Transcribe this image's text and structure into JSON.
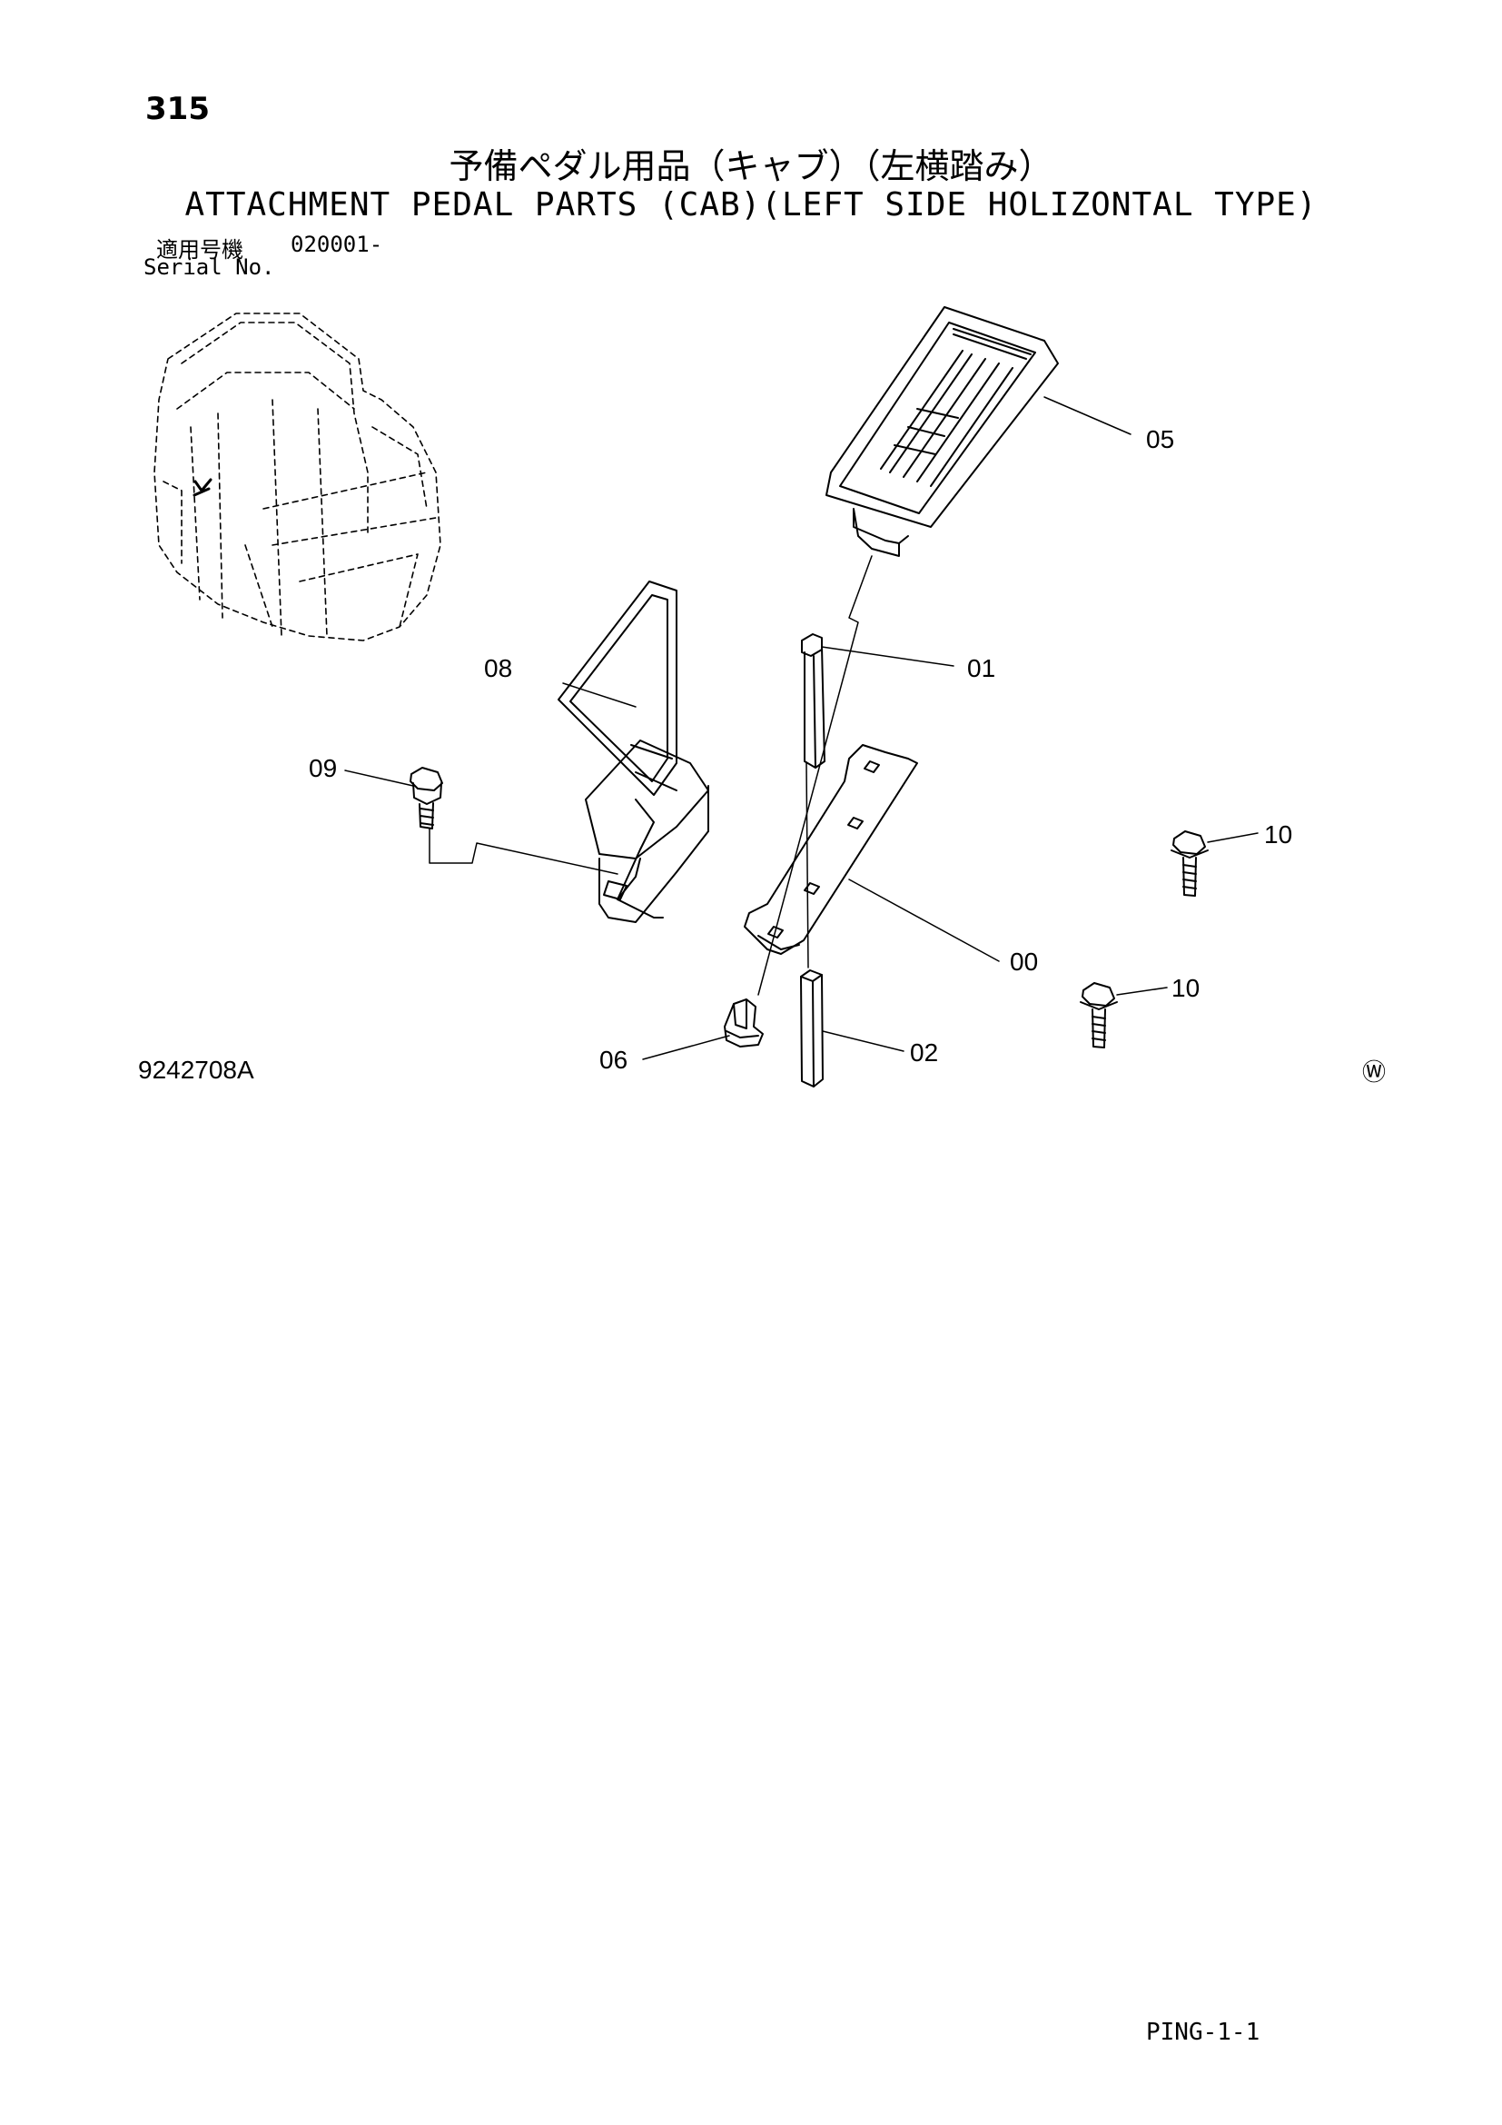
{
  "header": {
    "page_number": "315",
    "title_jp": "予備ペダル用品（キャブ）（左横踏み）",
    "title_en": "ATTACHMENT PEDAL PARTS (CAB)(LEFT SIDE HOLIZONTAL TYPE)",
    "serial_label_jp": "適用号機",
    "serial_value": "020001-",
    "serial_label_en": "Serial No."
  },
  "callouts": {
    "c05": "05",
    "c08": "08",
    "c01": "01",
    "c09": "09",
    "c10a": "10",
    "c00": "00",
    "c10b": "10",
    "c06": "06",
    "c02": "02"
  },
  "footer": {
    "drawing_number": "9242708A",
    "watermark_symbol": "Ⓦ",
    "page_code": "PING-1-1"
  }
}
